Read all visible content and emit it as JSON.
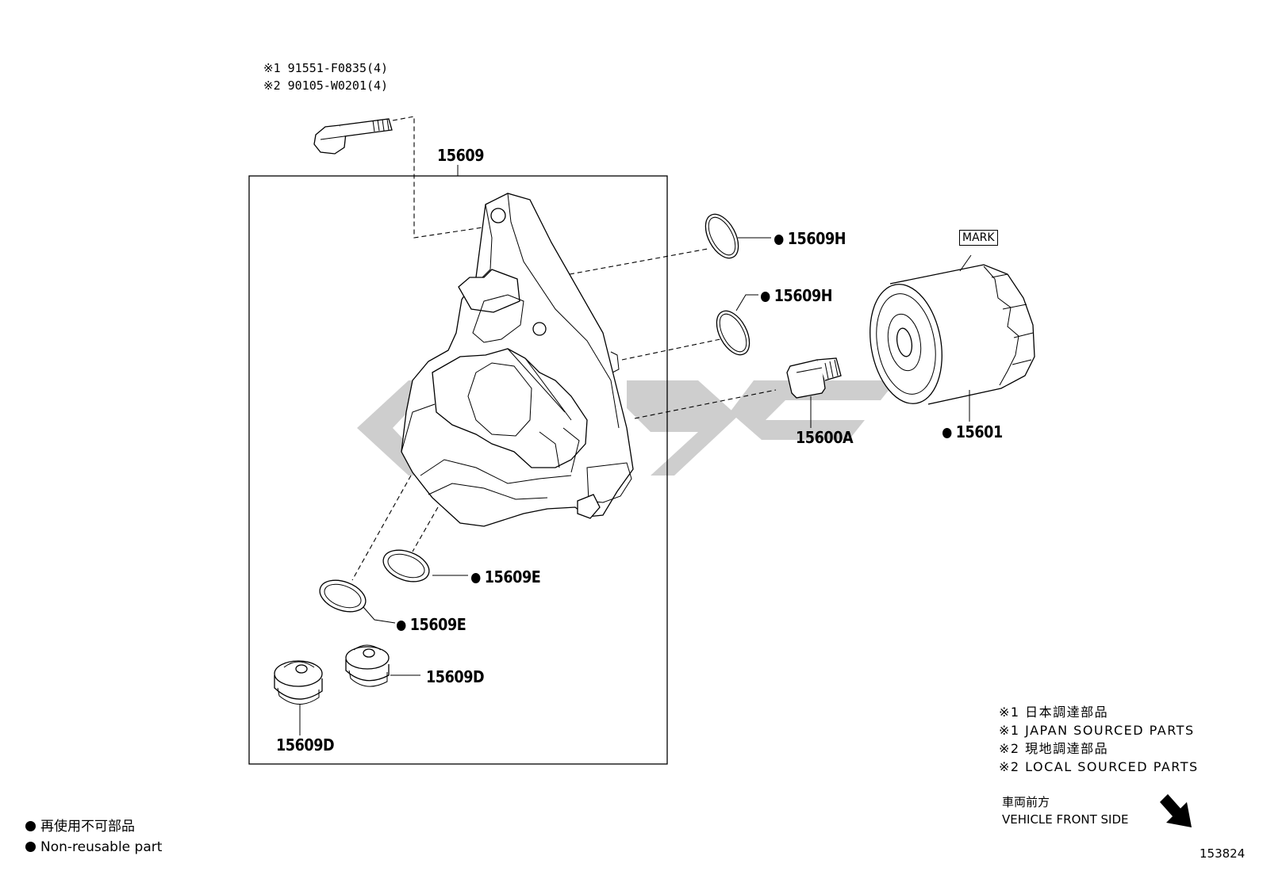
{
  "bolt_refs": [
    "※1 91551-F0835(4)",
    "※2 90105-W0201(4)"
  ],
  "parts": {
    "housing": "15609",
    "oring_h_1": "15609H",
    "oring_h_2": "15609H",
    "filter": "15601",
    "union": "15600A",
    "gasket_e_1": "15609E",
    "gasket_e_2": "15609E",
    "plug_d_1": "15609D",
    "plug_d_2": "15609D"
  },
  "mark_label": "MARK",
  "notes": [
    "※1 日本調達部品",
    "※1 JAPAN SOURCED PARTS",
    "※2 現地調達部品",
    "※2 LOCAL SOURCED PARTS"
  ],
  "front": {
    "jp": "車両前方",
    "en": "VEHICLE FRONT SIDE"
  },
  "diagram_id": "153824",
  "legend": [
    "再使用不可部品",
    "Non-reusable part"
  ]
}
